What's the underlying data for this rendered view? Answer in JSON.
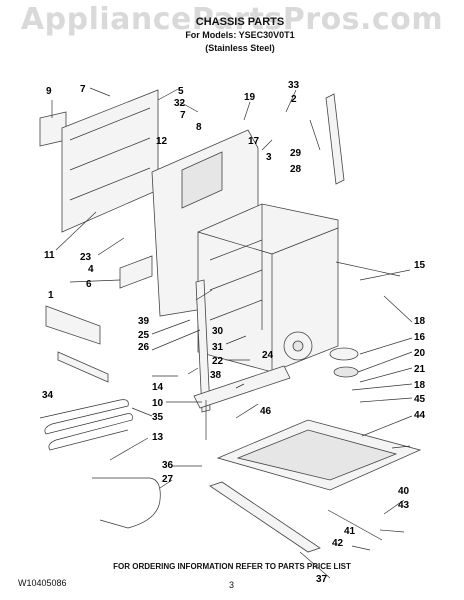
{
  "watermark": "AppliancePartsPros.com",
  "header": {
    "title": "CHASSIS PARTS",
    "models_line": "For Models: YSEC30V0T1",
    "finish": "(Stainless Steel)"
  },
  "labels": [
    "9",
    "7",
    "5",
    "32",
    "33",
    "2",
    "19",
    "8",
    "7",
    "12",
    "17",
    "3",
    "29",
    "28",
    "11",
    "23",
    "4",
    "6",
    "1",
    "15",
    "39",
    "25",
    "30",
    "31",
    "18",
    "16",
    "20",
    "21",
    "26",
    "24",
    "22",
    "34",
    "38",
    "18",
    "14",
    "10",
    "45",
    "46",
    "35",
    "44",
    "13",
    "36",
    "27",
    "40",
    "43",
    "41",
    "42",
    "37"
  ],
  "footer": {
    "order_note": "FOR ORDERING INFORMATION REFER TO PARTS PRICE LIST",
    "doc_number": "W10405086",
    "page": "3"
  }
}
